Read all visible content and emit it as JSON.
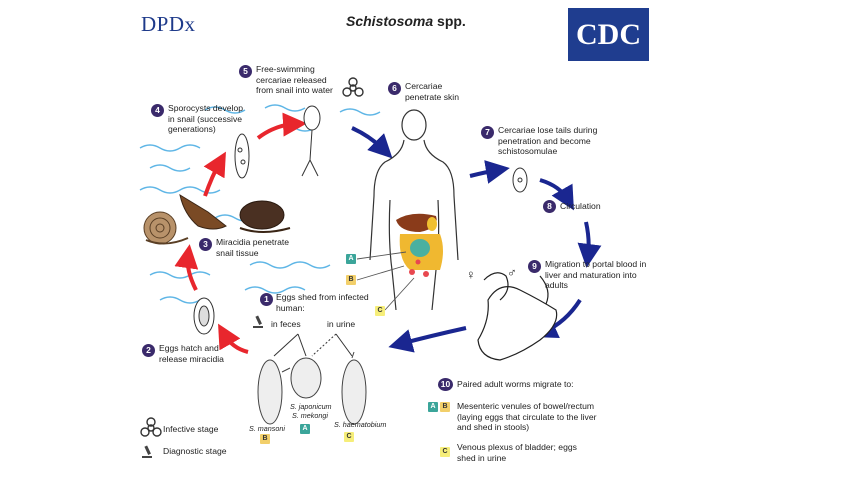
{
  "header": {
    "logo_left": "DPDx",
    "title_italic": "Schistosoma",
    "title_rest": " spp.",
    "logo_right": "CDC"
  },
  "steps": [
    {
      "num": "1",
      "text": "Eggs shed from infected human:"
    },
    {
      "num": "2",
      "text": "Eggs hatch and release miracidia"
    },
    {
      "num": "3",
      "text": "Miracidia penetrate snail tissue"
    },
    {
      "num": "4",
      "text": "Sporocysts develop in snail (successive generations)"
    },
    {
      "num": "5",
      "text": "Free-swimming cercariae released from snail into water"
    },
    {
      "num": "6",
      "text": "Cercariae penetrate skin"
    },
    {
      "num": "7",
      "text": "Cercariae lose tails during penetration and become schistosomulae"
    },
    {
      "num": "8",
      "text": "Circulation"
    },
    {
      "num": "9",
      "text": "Migration to portal blood in liver and maturation into adults"
    },
    {
      "num": "10",
      "text": "Paired adult worms migrate to:"
    }
  ],
  "egg_routes": {
    "feces": "in feces",
    "urine": "in urine"
  },
  "eggs": {
    "mansoni": "S. mansoni",
    "japonicum": "S. japonicum",
    "mekongi": "S. mekongi",
    "haematobium": "S. haematobium"
  },
  "tags": {
    "a": "A",
    "b": "B",
    "c": "C"
  },
  "destinations": {
    "ab_text": "Mesenteric venules of bowel/rectum (laying eggs that circulate to the liver and shed in stools)",
    "c_text": "Venous plexus of bladder; eggs shed in urine"
  },
  "legend": {
    "infective": "Infective stage",
    "diagnostic": "Diagnostic stage"
  },
  "sex_symbols": {
    "female": "♀",
    "male": "♂"
  },
  "colors": {
    "cycle_red": "#e8262d",
    "cycle_blue": "#1a2690",
    "water": "#5fb6e6",
    "number_bg": "#3a2a6b",
    "cdc_blue": "#1f3d8f"
  }
}
